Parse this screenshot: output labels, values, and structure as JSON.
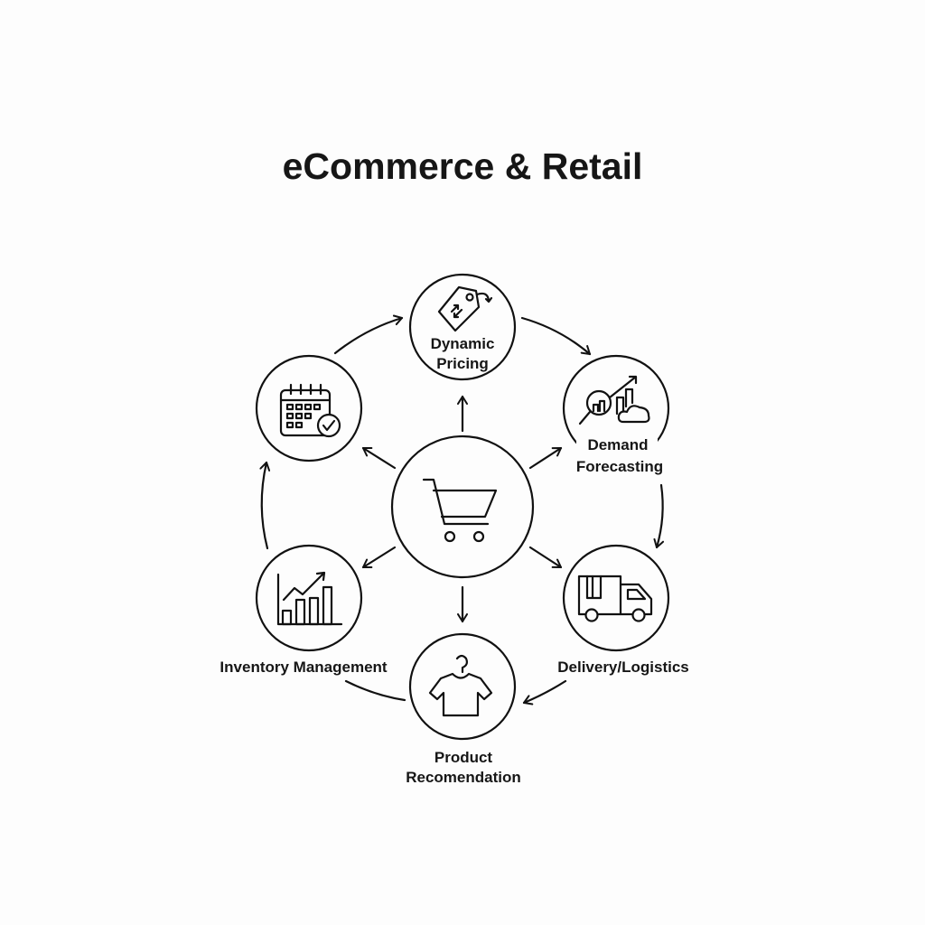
{
  "title": "eCommerce & Retail",
  "center": {
    "icon": "shopping-cart-icon"
  },
  "nodes": [
    {
      "id": "pricing",
      "line1": "Dynamic",
      "line2": "Pricing",
      "icon": "price-tag-icon"
    },
    {
      "id": "demand",
      "line1": "Demand",
      "line2": "Forecasting",
      "icon": "forecast-chart-magnifier-icon"
    },
    {
      "id": "delivery",
      "label": "Delivery/Logistics",
      "icon": "delivery-truck-icon"
    },
    {
      "id": "product",
      "line1": "Product",
      "line2": "Recomendation",
      "icon": "shirt-on-hanger-icon"
    },
    {
      "id": "inventory",
      "label": "Inventory Management",
      "icon": "bar-chart-trend-icon"
    },
    {
      "id": "calendar",
      "icon": "calendar-check-icon"
    }
  ],
  "colors": {
    "stroke": "#111111",
    "background": "#fdfdfd"
  }
}
